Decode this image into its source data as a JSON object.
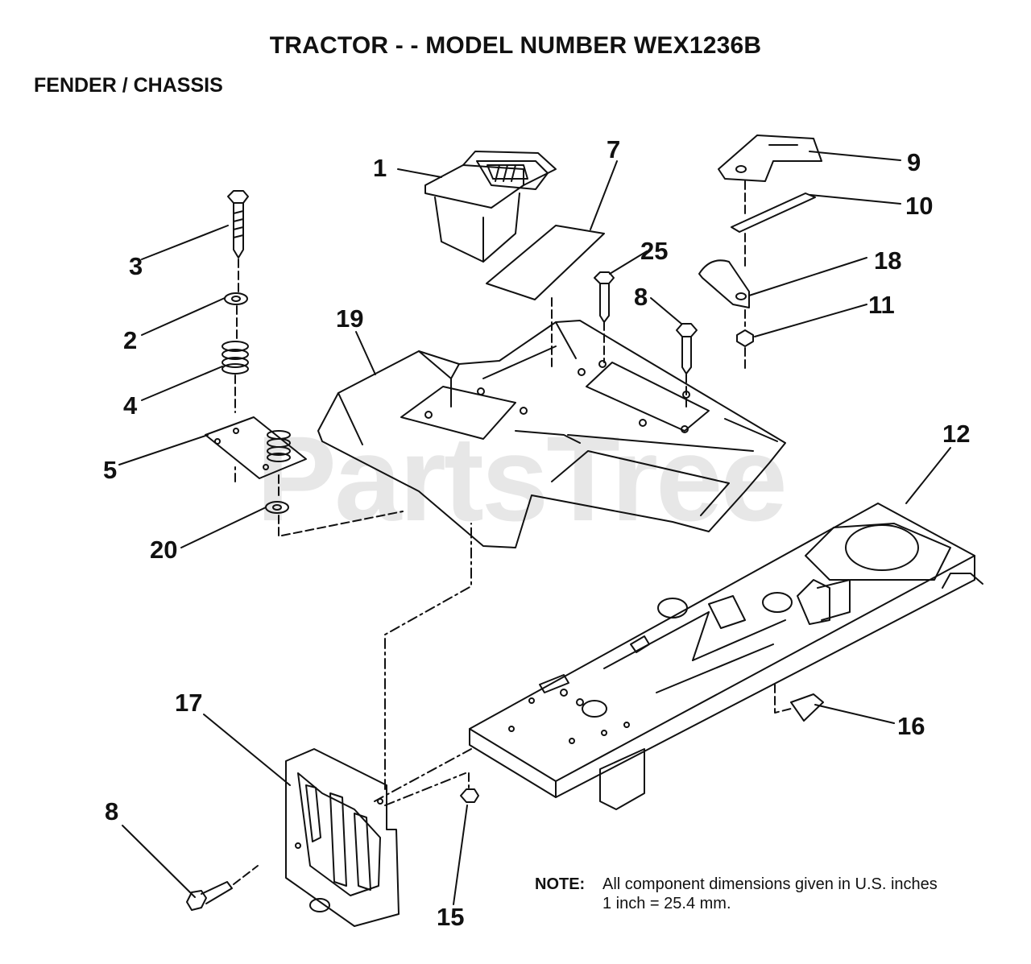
{
  "header": {
    "title": "TRACTOR - - MODEL NUMBER WEX1236B",
    "subtitle": "FENDER / CHASSIS"
  },
  "watermark": "PartsTree",
  "callouts": [
    {
      "id": "c1",
      "label": "1"
    },
    {
      "id": "c2",
      "label": "2"
    },
    {
      "id": "c3",
      "label": "3"
    },
    {
      "id": "c4",
      "label": "4"
    },
    {
      "id": "c5",
      "label": "5"
    },
    {
      "id": "c7",
      "label": "7"
    },
    {
      "id": "c8a",
      "label": "8"
    },
    {
      "id": "c8b",
      "label": "8"
    },
    {
      "id": "c9",
      "label": "9"
    },
    {
      "id": "c10",
      "label": "10"
    },
    {
      "id": "c11",
      "label": "11"
    },
    {
      "id": "c12",
      "label": "12"
    },
    {
      "id": "c15",
      "label": "15"
    },
    {
      "id": "c16",
      "label": "16"
    },
    {
      "id": "c17",
      "label": "17"
    },
    {
      "id": "c18",
      "label": "18"
    },
    {
      "id": "c19",
      "label": "19"
    },
    {
      "id": "c20",
      "label": "20"
    },
    {
      "id": "c25",
      "label": "25"
    }
  ],
  "note": {
    "label": "NOTE:",
    "line1": "All component dimensions given in U.S. inches",
    "line2": "1 inch = 25.4 mm."
  }
}
